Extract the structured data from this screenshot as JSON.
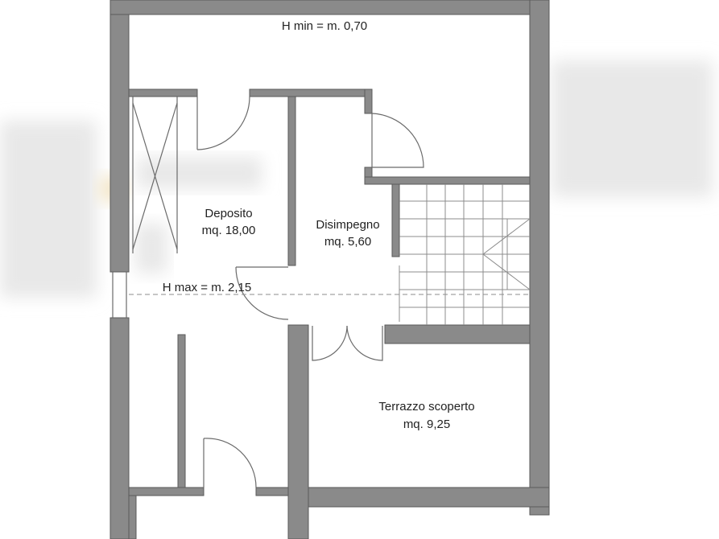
{
  "rooms": {
    "top": {
      "note": "H min = m. 0,70"
    },
    "deposito": {
      "name": "Deposito",
      "area": "mq. 18,00"
    },
    "disimpegno": {
      "name": "Disimpegno",
      "area": "mq. 5,60"
    },
    "hmax": {
      "note": "H max = m. 2,15"
    },
    "terrazzo": {
      "name": "Terrazzo scoperto",
      "area": "mq. 9,25"
    }
  },
  "colors": {
    "wall": "#8a8a8a",
    "wall_stroke": "#5a5a5a",
    "background": "#ffffff",
    "text": "#222222"
  }
}
